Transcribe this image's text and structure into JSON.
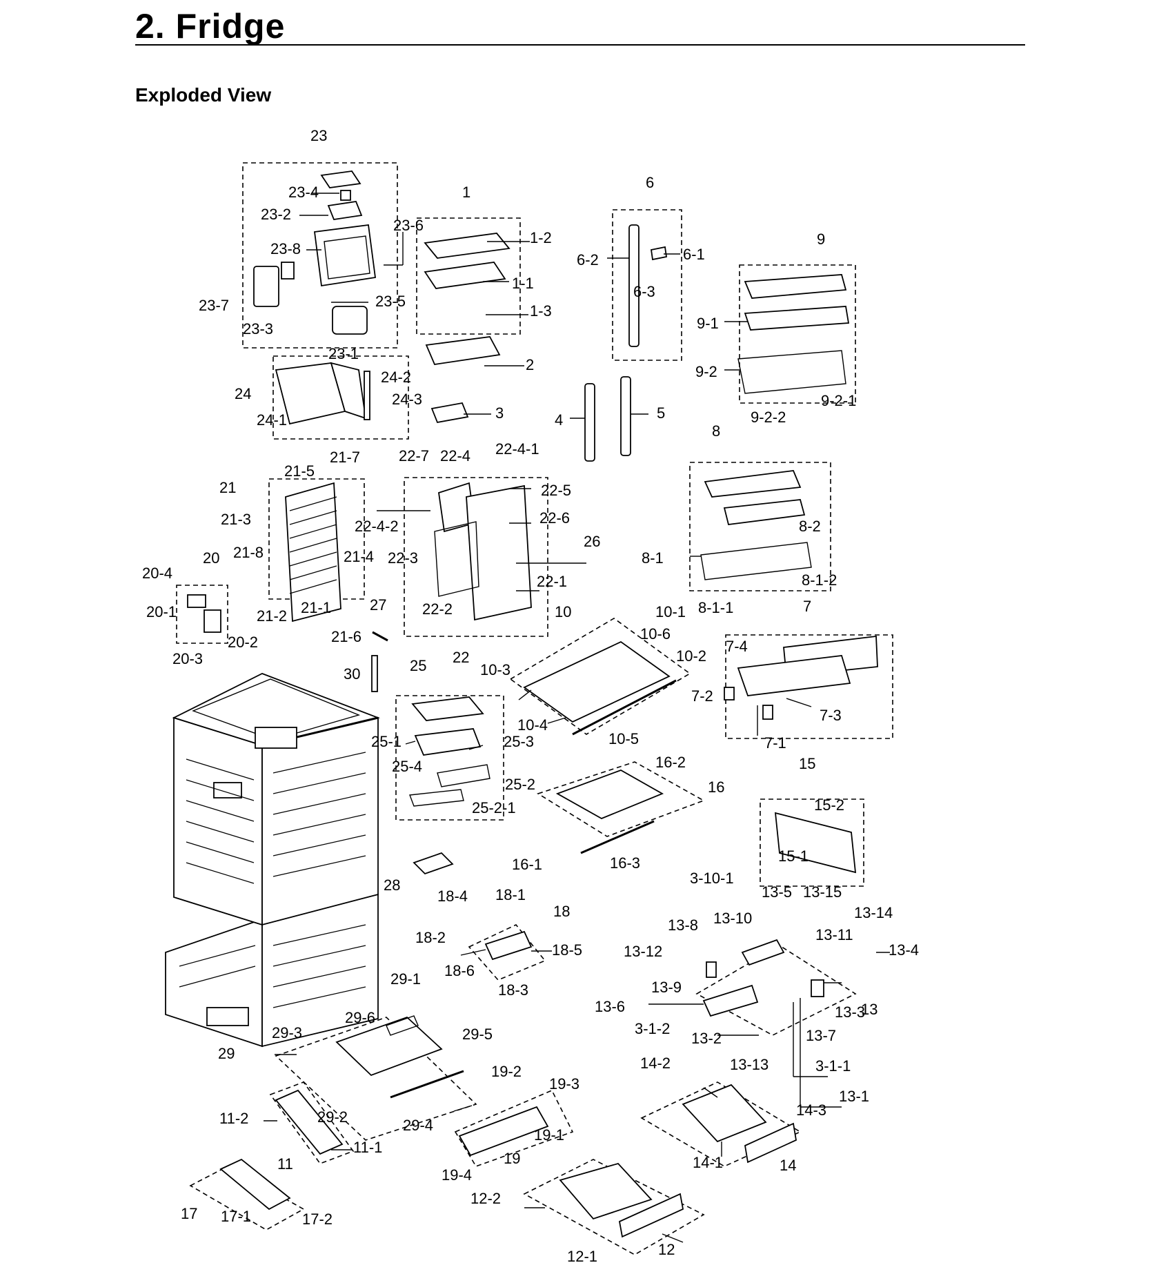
{
  "header": {
    "title": "2.  Fridge",
    "subtitle": "Exploded View"
  },
  "callouts": [
    "23",
    "23-4",
    "23-2",
    "23-6",
    "23-8",
    "23-7",
    "23-5",
    "23-3",
    "23-1",
    "24",
    "24-2",
    "24-3",
    "24-1",
    "1",
    "1-2",
    "1-1",
    "1-3",
    "2",
    "3",
    "6",
    "6-2",
    "6-1",
    "6-3",
    "4",
    "5",
    "9",
    "9-1",
    "9-2",
    "9-2-1",
    "9-2-2",
    "21",
    "21-5",
    "21-7",
    "21-3",
    "21-8",
    "21-4",
    "21-2",
    "21-1",
    "21-6",
    "22-7",
    "22-4",
    "22-4-1",
    "22-5",
    "22-4-2",
    "22-6",
    "22-3",
    "26",
    "22-1",
    "22-2",
    "22",
    "20",
    "20-4",
    "20-1",
    "20-2",
    "20-3",
    "27",
    "30",
    "25",
    "25-1",
    "25-3",
    "25-4",
    "25-2",
    "25-2-1",
    "10",
    "10-1",
    "10-6",
    "10-3",
    "10-2",
    "10-4",
    "10-5",
    "8",
    "8-2",
    "8-1",
    "8-1-2",
    "8-1-1",
    "7",
    "7-4",
    "7-2",
    "7-3",
    "7-1",
    "16-2",
    "16",
    "16-1",
    "16-3",
    "15",
    "15-2",
    "15-1",
    "28",
    "18-4",
    "18-1",
    "18",
    "18-2",
    "18-5",
    "18-6",
    "18-3",
    "3-10-1",
    "13-5",
    "13-15",
    "13-14",
    "13-8",
    "13-10",
    "13-11",
    "13-4",
    "13-12",
    "13-9",
    "13",
    "13-6",
    "13-3",
    "3-1-2",
    "13-7",
    "13-2",
    "13-13",
    "3-1-1",
    "13-1",
    "29-1",
    "29-6",
    "29-3",
    "29-5",
    "29",
    "19-2",
    "19-3",
    "29-4",
    "29-2",
    "19-1",
    "19",
    "19-4",
    "14-2",
    "14-3",
    "14-1",
    "14",
    "11-2",
    "11-1",
    "11",
    "17",
    "17-1",
    "17-2",
    "12-2",
    "12-1",
    "12"
  ]
}
